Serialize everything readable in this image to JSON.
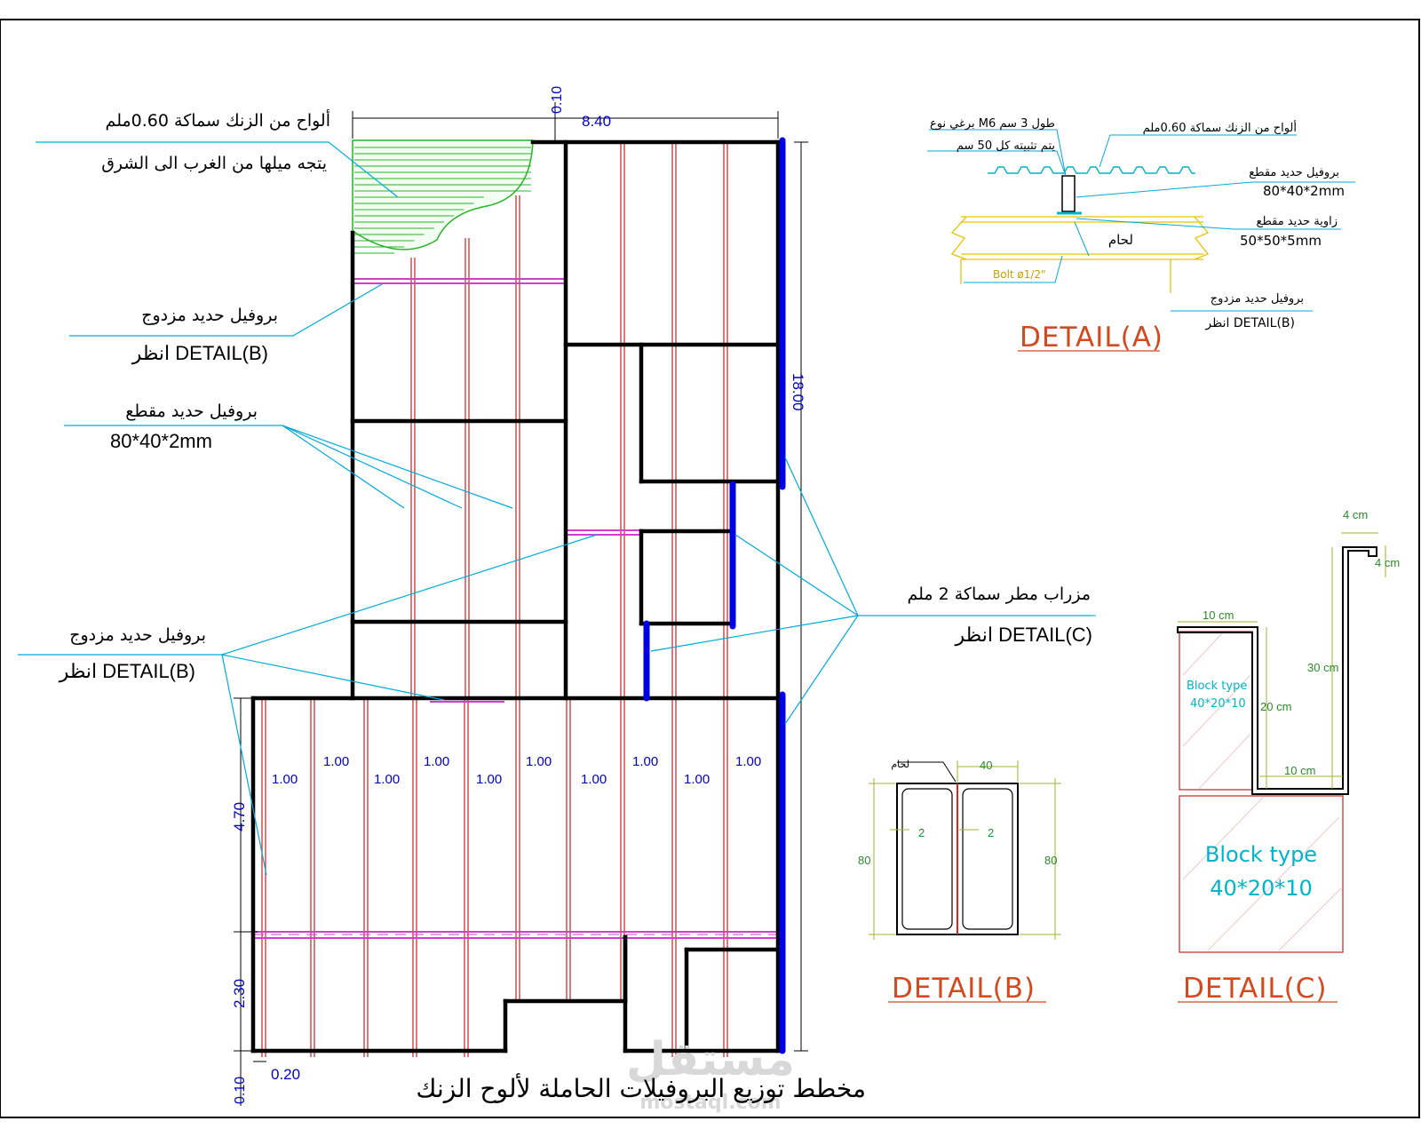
{
  "plan": {
    "title": "مخطط توزيع البروفيلات الحاملة لألوح الزنك",
    "zinc_note_1": "ألواح من الزنك سماكة 0.60ملم",
    "zinc_note_2": "يتجه ميلها من الغرب الى الشرق",
    "double_profile_1": "بروفيل حديد مزدوج",
    "double_profile_1_ref": "انظر DETAIL(B)",
    "cut_profile": "بروفيل حديد مقطع",
    "cut_profile_size": "80*40*2mm",
    "double_profile_2": "بروفيل حديد مزدوج",
    "double_profile_2_ref": "انظر DETAIL(B)",
    "gutter": "مزراب مطر سماكة 2 ملم",
    "gutter_ref": "انظر DETAIL(C)",
    "dim_top_small": "0.10",
    "dim_top_width": "8.40",
    "dim_right_height": "18.00",
    "dim_left_upper": "4.70",
    "dim_left_lower": "2.30",
    "dim_bottom_small": "0.10",
    "dim_bottom_offset": "0.20",
    "spacing_row_1": [
      "1.00",
      "1.00",
      "1.00",
      "1.00",
      "1.00"
    ],
    "spacing_row_2": [
      "1.00",
      "1.00",
      "1.00",
      "1.00",
      "1.00"
    ]
  },
  "detail_a": {
    "title": "DETAIL(A)",
    "bolt_note": "برغي نوع M6 طول 3 سم",
    "fix_note": "يتم تثبيته كل 50 سم",
    "zinc_note": "ألواح من الزنك سماكة 0.60ملم",
    "profile_note": "بروفيل حديد مقطع",
    "profile_size": "80*40*2mm",
    "angle_note": "زاوية حديد مقطع",
    "angle_size": "50*50*5mm",
    "weld": "لحام",
    "bolt": "Bolt ø1/2\"",
    "double_note": "بروفيل حديد مزدوج",
    "double_ref": "انظر DETAIL(B)"
  },
  "detail_b": {
    "title": "DETAIL(B)",
    "weld": "لحام",
    "width": "40",
    "thick_left": "2",
    "thick_right": "2",
    "height_left": "80",
    "height_right": "80"
  },
  "detail_c": {
    "title": "DETAIL(C)",
    "dim_top": "4 cm",
    "dim_lip": "4 cm",
    "dim_width": "10 cm",
    "dim_tall": "30 cm",
    "dim_mid": "20 cm",
    "dim_bottom": "10 cm",
    "block_small_1": "Block type",
    "block_small_2": "40*20*10",
    "block_large_1": "Block type",
    "block_large_2": "40*20*10"
  },
  "watermark": {
    "main": "مستقل",
    "sub": "mostaql.com"
  },
  "colors": {
    "wall": "#000000",
    "profile": "#c83232",
    "double_profile": "#d23cd2",
    "gutter": "#0000e6",
    "leader": "#00aadc",
    "zinc_hatch": "#28b428",
    "detail_title": "#d24a1e"
  }
}
